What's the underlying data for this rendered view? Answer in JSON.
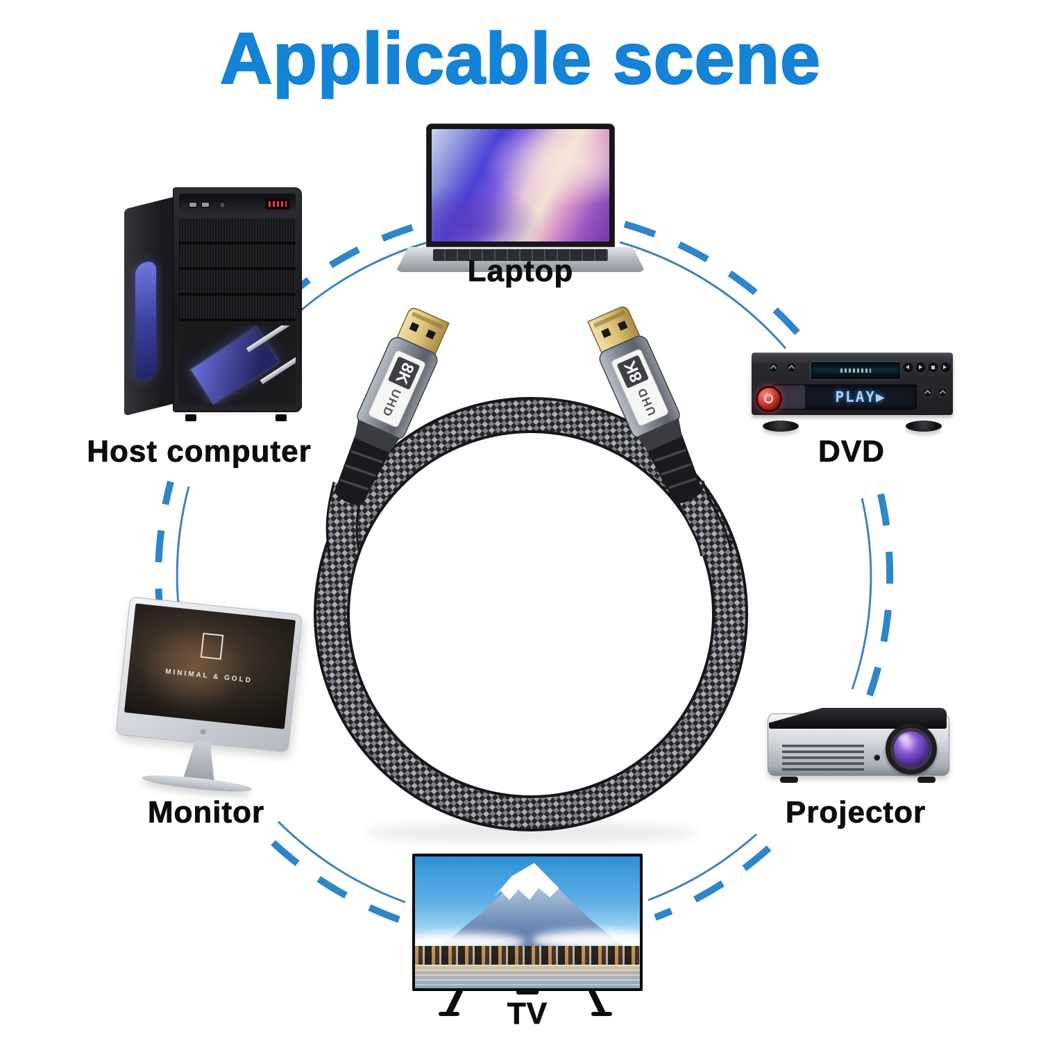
{
  "title": {
    "text": "Applicable scene"
  },
  "colors": {
    "title_blue": "#1583d6",
    "arc_dash_blue": "#2e86c8",
    "arc_line_blue": "#1f6dae",
    "label_black": "#0d0d0d",
    "cable_braid_light": "#aaacb1",
    "cable_braid_dark": "#26272b",
    "connector_gold": "#dcc076"
  },
  "devices": {
    "laptop": {
      "label": "Laptop"
    },
    "host": {
      "label": "Host computer"
    },
    "dvd": {
      "label": "DVD",
      "display_text": "PLAY▶"
    },
    "monitor": {
      "label": "Monitor",
      "screen_text": "MINIMAL & GOLD"
    },
    "projector": {
      "label": "Projector"
    },
    "tv": {
      "label": "TV"
    }
  },
  "cable": {
    "badge": "8K",
    "type": "UHD"
  }
}
